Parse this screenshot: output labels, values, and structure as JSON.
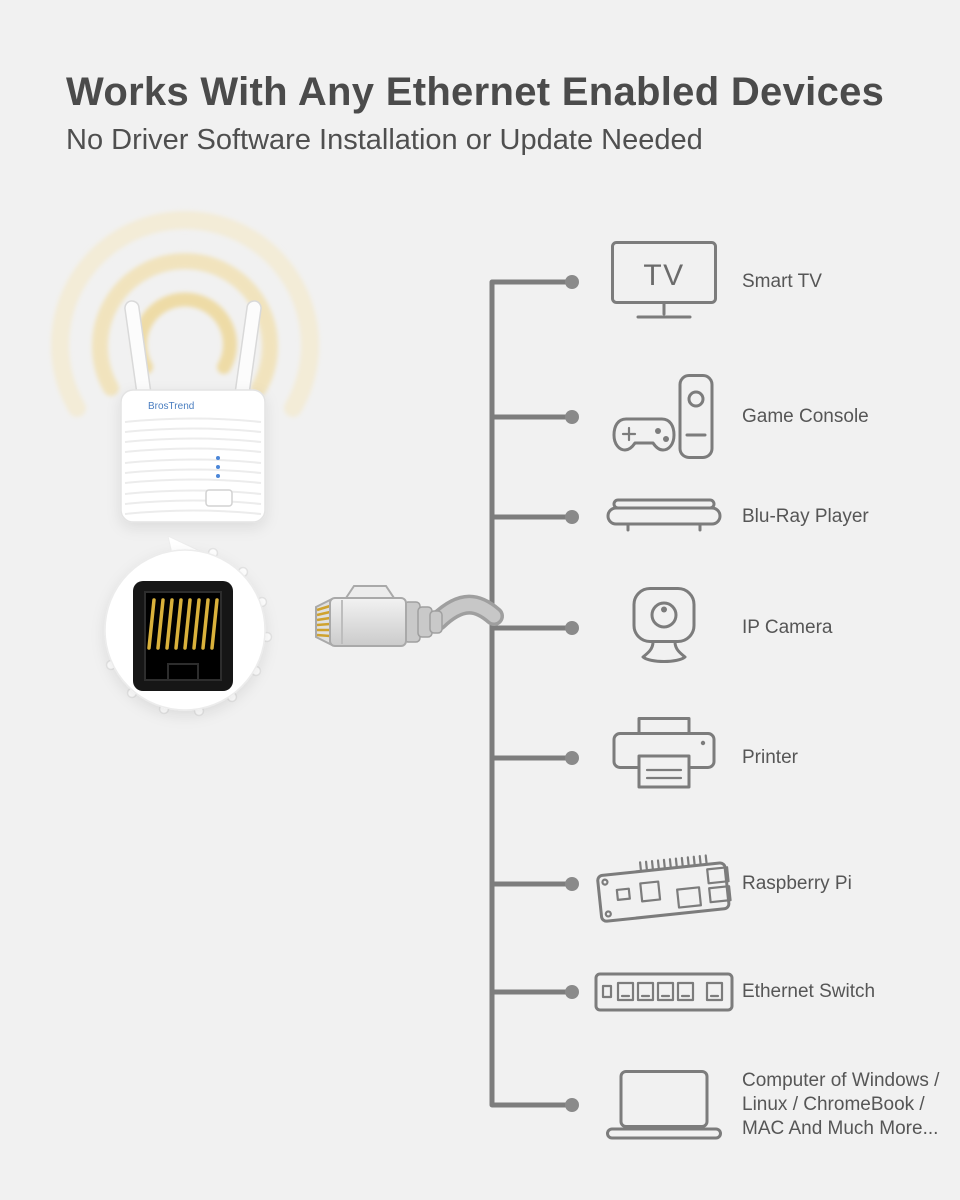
{
  "header": {
    "title": "Works With Any Ethernet Enabled Devices",
    "subtitle": "No Driver Software Installation or Update Needed"
  },
  "extender": {
    "brand": "BrosTrend",
    "icon": "wifi-extender-with-antennas",
    "inset_icon": "rj45-ethernet-port"
  },
  "cable": {
    "icon": "ethernet-cable-plug"
  },
  "tv": {
    "screen_text": "TV"
  },
  "devices": [
    {
      "label": "Smart TV",
      "icon": "smart-tv-icon"
    },
    {
      "label": "Game Console",
      "icon": "game-console-icon"
    },
    {
      "label": "Blu-Ray Player",
      "icon": "blu-ray-player-icon"
    },
    {
      "label": "IP Camera",
      "icon": "ip-camera-icon"
    },
    {
      "label": "Printer",
      "icon": "printer-icon"
    },
    {
      "label": "Raspberry Pi",
      "icon": "raspberry-pi-icon"
    },
    {
      "label": "Ethernet Switch",
      "icon": "ethernet-switch-icon"
    },
    {
      "label": "Computer of Windows /\nLinux / ChromeBook /\nMAC And Much More...",
      "icon": "laptop-icon"
    }
  ],
  "colors": {
    "background": "#f1f1f1",
    "title_text": "#4b4b4b",
    "label_text": "#565656",
    "connector_line": "#7d7d7d",
    "icon_stroke": "#7c7c7c",
    "signal_arc": "#f2e3b8",
    "pin_gold": "#d9b13b",
    "led_blue": "#4b86d8"
  }
}
